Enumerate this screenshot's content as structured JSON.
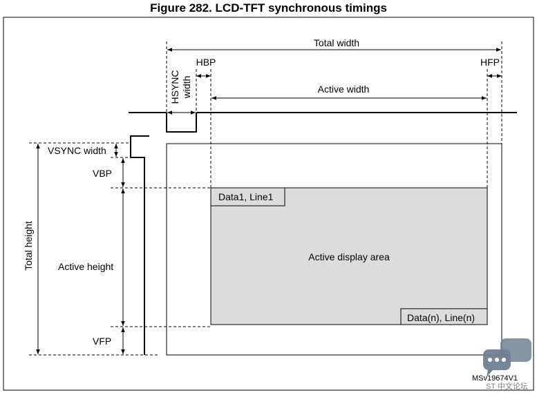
{
  "figure": {
    "title": "Figure 282. LCD-TFT synchronous timings",
    "reference": "MSv19674V1",
    "watermark": "ST 中文论坛"
  },
  "labels": {
    "total_width": "Total width",
    "hbp": "HBP",
    "hfp": "HFP",
    "hsync_width_line1": "HSYNC",
    "hsync_width_line2": "width",
    "active_width": "Active width",
    "vsync_width": "VSYNC width",
    "vbp": "VBP",
    "active_height": "Active height",
    "vfp": "VFP",
    "total_height": "Total height",
    "data_first": "Data1, Line1",
    "data_last": "Data(n), Line(n)",
    "active_area": "Active display area"
  },
  "colors": {
    "active_area_fill": "#dcdcdc",
    "line": "#000000",
    "watermark": "#6f8193"
  }
}
